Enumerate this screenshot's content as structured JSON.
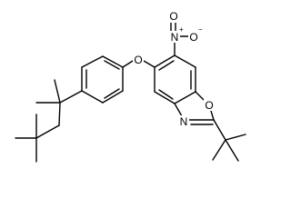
{
  "colors": {
    "bond": "#000000",
    "background": "#ffffff"
  },
  "atoms": {
    "ether_oxygen": "O",
    "nitro_nitrogen": "N",
    "nitro_oxygen_top": "O",
    "nitro_oxygen_right": "O",
    "oxazole_oxygen": "O",
    "oxazole_nitrogen": "N"
  },
  "charges": {
    "nitro_nitrogen": "+",
    "nitro_oxygen_right": "−"
  }
}
